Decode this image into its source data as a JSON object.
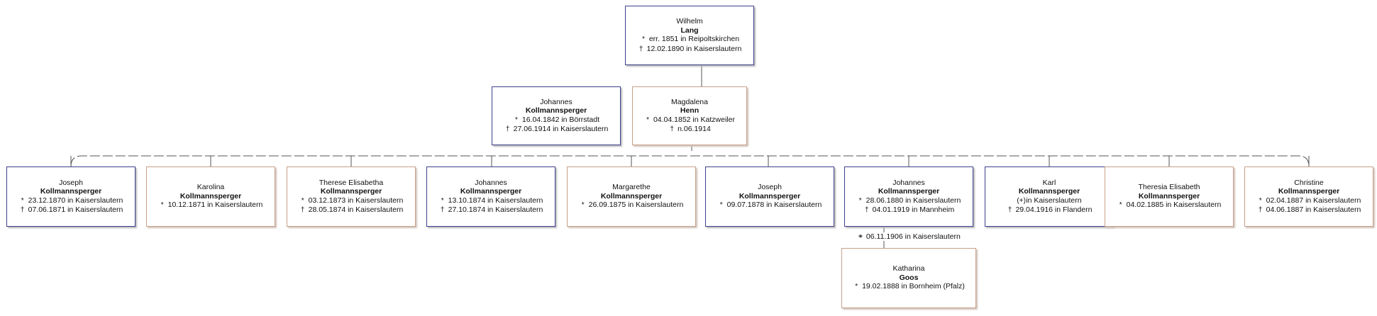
{
  "colors": {
    "male_border": "#3f3f8f",
    "female_border": "#c9a089",
    "line": "#555555"
  },
  "icons": {
    "birth": "asterisk-icon",
    "death": "dagger-icon",
    "marriage": "rings-icon",
    "birth_cross": "birth-cross-icon"
  },
  "persons": {
    "wilhelm": {
      "given": "Wilhelm",
      "surname": "Lang",
      "events": [
        {
          "sym": "*",
          "text": "err. 1851 in Reipoltskirchen"
        },
        {
          "sym": "†",
          "text": "12.02.1890 in Kaiserslautern"
        }
      ]
    },
    "johannes_father": {
      "given": "Johannes",
      "surname": "Kollmannsperger",
      "events": [
        {
          "sym": "*",
          "text": "16.04.1842 in Börrstadt"
        },
        {
          "sym": "†",
          "text": "27.06.1914 in Kaiserslautern"
        }
      ]
    },
    "magdalena": {
      "given": "Magdalena",
      "surname": "Henn",
      "events": [
        {
          "sym": "*",
          "text": "04.04.1852 in Katzweiler"
        },
        {
          "sym": "†",
          "text": "n.06.1914"
        }
      ]
    },
    "joseph1": {
      "given": "Joseph",
      "surname": "Kollmannsperger",
      "events": [
        {
          "sym": "*",
          "text": "23.12.1870 in Kaiserslautern"
        },
        {
          "sym": "†",
          "text": "07.06.1871 in Kaiserslautern"
        }
      ]
    },
    "karolina": {
      "given": "Karolina",
      "surname": "Kollmannsperger",
      "events": [
        {
          "sym": "*",
          "text": "10.12.1871 in Kaiserslautern"
        }
      ]
    },
    "therese": {
      "given": "Therese Elisabetha",
      "surname": "Kollmannsperger",
      "events": [
        {
          "sym": "*",
          "text": "03.12.1873 in Kaiserslautern"
        },
        {
          "sym": "†",
          "text": "28.05.1874 in Kaiserslautern"
        }
      ]
    },
    "johannes1": {
      "given": "Johannes",
      "surname": "Kollmannsperger",
      "events": [
        {
          "sym": "*",
          "text": "13.10.1874 in Kaiserslautern"
        },
        {
          "sym": "†",
          "text": "27.10.1874 in Kaiserslautern"
        }
      ]
    },
    "margarethe": {
      "given": "Margarethe",
      "surname": "Kollmannsperger",
      "events": [
        {
          "sym": "*",
          "text": "26.09.1875 in Kaiserslautern"
        }
      ]
    },
    "joseph2": {
      "given": "Joseph",
      "surname": "Kollmannsperger",
      "events": [
        {
          "sym": "*",
          "text": "09.07.1878 in Kaiserslautern"
        }
      ]
    },
    "johannes2": {
      "given": "Johannes",
      "surname": "Kollmannsperger",
      "events": [
        {
          "sym": "*",
          "text": "28.06.1880 in Kaiserslautern"
        },
        {
          "sym": "†",
          "text": "04.01.1919 in Mannheim"
        }
      ]
    },
    "karl": {
      "given": "Karl",
      "surname": "Kollmannsperger",
      "events": [
        {
          "sym": "(+)",
          "text": "in Kaiserslautern"
        },
        {
          "sym": "†",
          "text": "29.04.1916 in Flandern"
        }
      ]
    },
    "theresia": {
      "given": "Theresia Elisabeth",
      "surname": "Kollmannsperger",
      "events": [
        {
          "sym": "*",
          "text": "04.02.1885 in Kaiserslautern"
        }
      ]
    },
    "christine": {
      "given": "Christine",
      "surname": "Kollmannsperger",
      "events": [
        {
          "sym": "*",
          "text": "02.04.1887 in Kaiserslautern"
        },
        {
          "sym": "†",
          "text": "04.06.1887 in Kaiserslautern"
        }
      ]
    },
    "katharina": {
      "given": "Katharina",
      "surname": "Goos",
      "events": [
        {
          "sym": "*",
          "text": "19.02.1888 in Bornheim (Pfalz)"
        }
      ]
    }
  },
  "marriage": {
    "sym": "⚭",
    "text": "06.11.1906 in Kaiserslautern"
  }
}
